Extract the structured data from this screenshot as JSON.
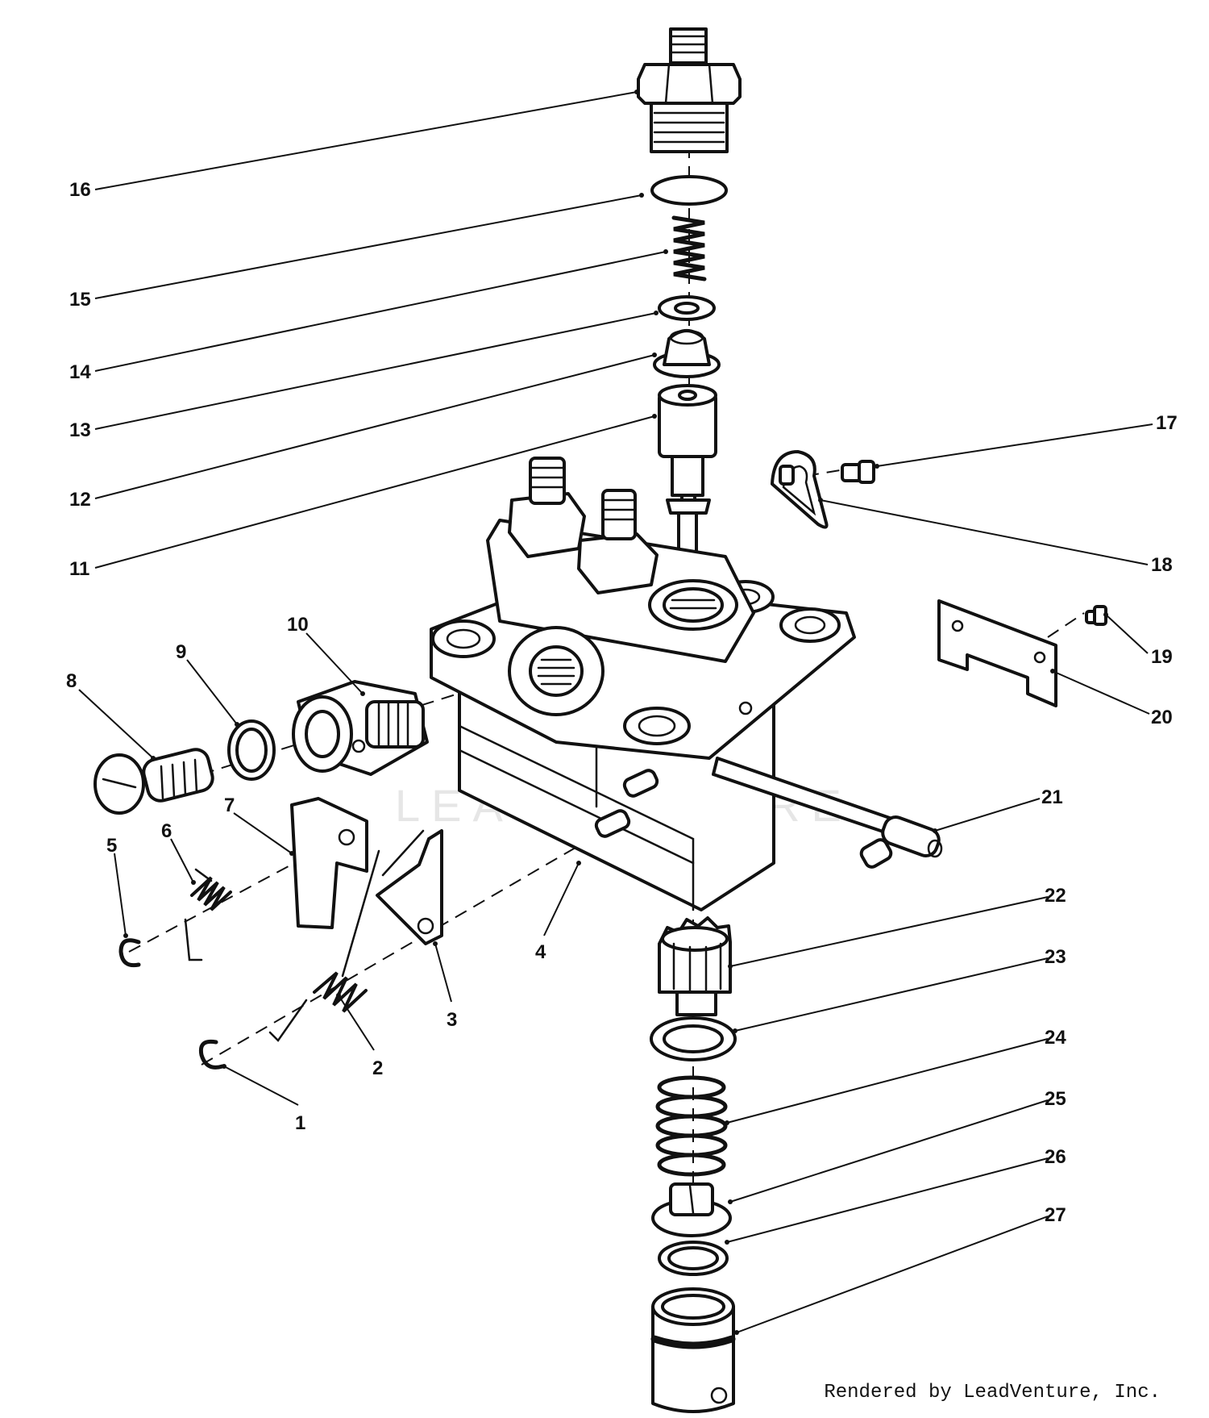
{
  "watermark": "LEADVENTURE",
  "credit": "Rendered by LeadVenture, Inc.",
  "callouts": [
    {
      "num": "16"
    },
    {
      "num": "15"
    },
    {
      "num": "14"
    },
    {
      "num": "13"
    },
    {
      "num": "12"
    },
    {
      "num": "11"
    },
    {
      "num": "17"
    },
    {
      "num": "18"
    },
    {
      "num": "19"
    },
    {
      "num": "20"
    },
    {
      "num": "21"
    },
    {
      "num": "10"
    },
    {
      "num": "9"
    },
    {
      "num": "8"
    },
    {
      "num": "7"
    },
    {
      "num": "6"
    },
    {
      "num": "5"
    },
    {
      "num": "4"
    },
    {
      "num": "3"
    },
    {
      "num": "2"
    },
    {
      "num": "1"
    },
    {
      "num": "22"
    },
    {
      "num": "23"
    },
    {
      "num": "24"
    },
    {
      "num": "25"
    },
    {
      "num": "26"
    },
    {
      "num": "27"
    }
  ]
}
